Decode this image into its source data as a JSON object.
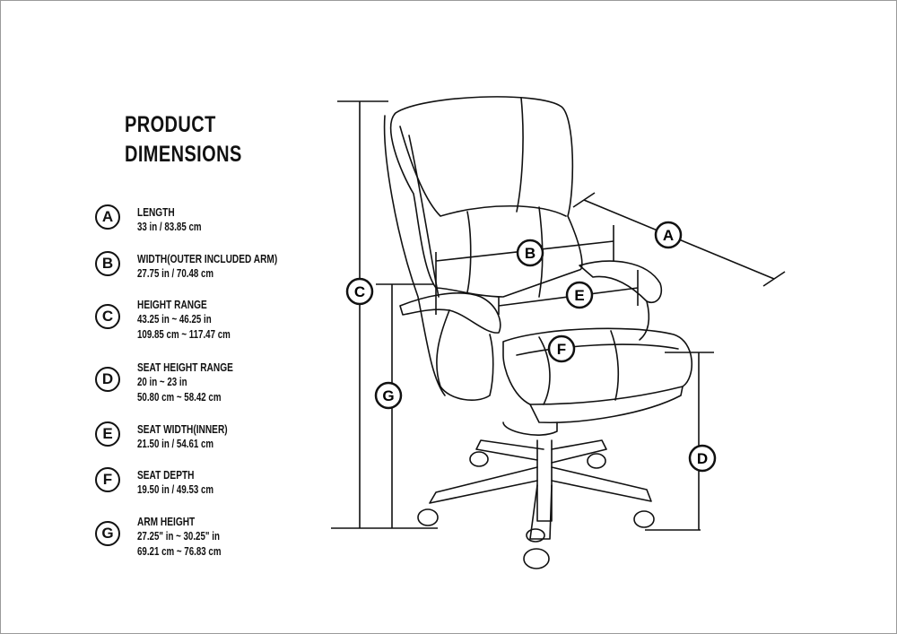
{
  "title": [
    "PRODUCT",
    "DIMENSIONS"
  ],
  "dimensions": [
    {
      "letter": "A",
      "name": "LENGTH",
      "values": [
        "33 in / 83.85 cm"
      ]
    },
    {
      "letter": "B",
      "name": "WIDTH(OUTER INCLUDED ARM)",
      "values": [
        "27.75 in / 70.48 cm"
      ]
    },
    {
      "letter": "C",
      "name": "HEIGHT RANGE",
      "values": [
        "43.25 in ~ 46.25 in",
        "109.85 cm ~ 117.47 cm"
      ]
    },
    {
      "letter": "D",
      "name": "SEAT HEIGHT RANGE",
      "values": [
        "20 in ~ 23 in",
        "50.80 cm ~ 58.42 cm"
      ]
    },
    {
      "letter": "E",
      "name": "SEAT WIDTH(INNER)",
      "values": [
        "21.50 in / 54.61 cm"
      ]
    },
    {
      "letter": "F",
      "name": "SEAT DEPTH",
      "values": [
        "19.50 in / 49.53 cm"
      ]
    },
    {
      "letter": "G",
      "name": "ARM HEIGHT",
      "values": [
        "27.25\" in ~ 30.25\" in",
        "69.21 cm ~ 76.83 cm"
      ]
    }
  ]
}
